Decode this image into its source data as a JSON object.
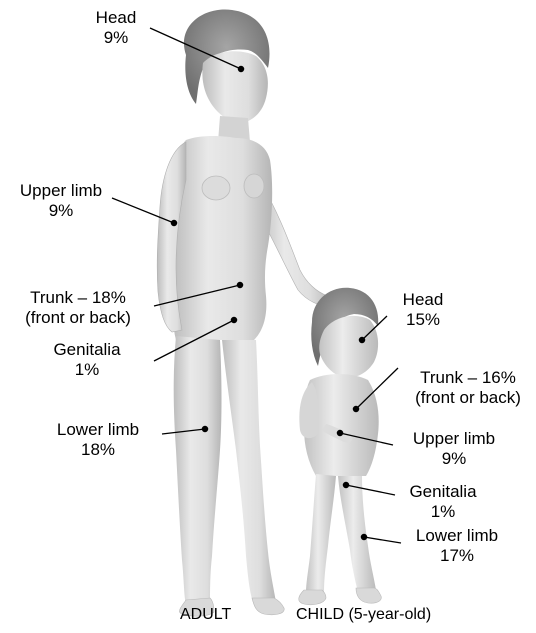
{
  "adult": {
    "head": {
      "name": "Head",
      "pct": "9%"
    },
    "upper_limb": {
      "name": "Upper limb",
      "pct": "9%"
    },
    "trunk": {
      "name": "Trunk – 18%",
      "note": "(front or back)"
    },
    "genitalia": {
      "name": "Genitalia",
      "pct": "1%"
    },
    "lower_limb": {
      "name": "Lower limb",
      "pct": "18%"
    },
    "caption": "ADULT"
  },
  "child": {
    "head": {
      "name": "Head",
      "pct": "15%"
    },
    "trunk": {
      "name": "Trunk – 16%",
      "note": "(front or back)"
    },
    "upper_limb": {
      "name": "Upper limb",
      "pct": "9%"
    },
    "genitalia": {
      "name": "Genitalia",
      "pct": "1%"
    },
    "lower_limb": {
      "name": "Lower limb",
      "pct": "17%"
    },
    "caption": "CHILD (5-year-old)"
  },
  "colors": {
    "skin_light": "#e6e6e6",
    "skin_mid": "#cfcfcf",
    "skin_dark": "#a9a9a9",
    "hair": "#8a8a8a",
    "line": "#000000"
  }
}
